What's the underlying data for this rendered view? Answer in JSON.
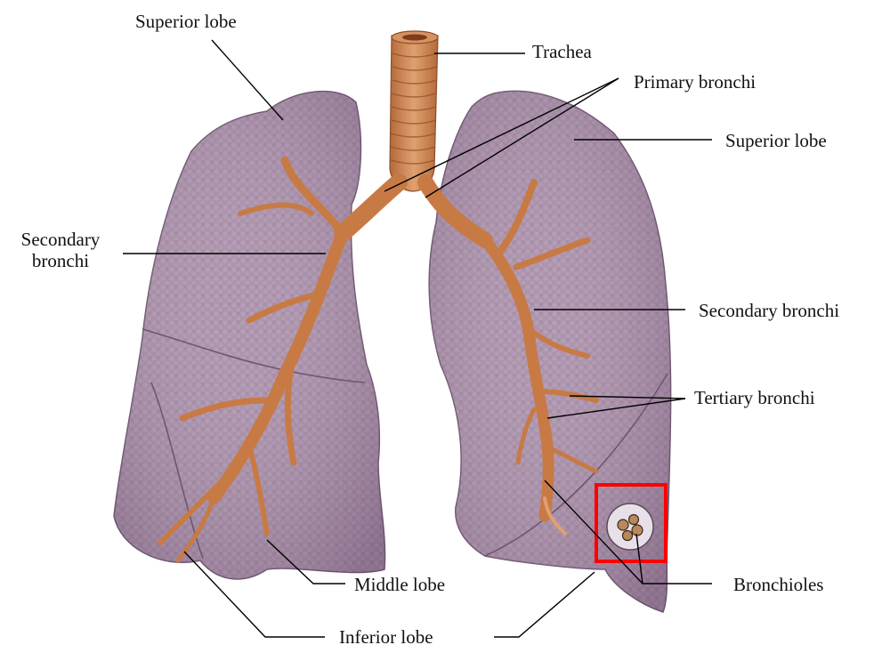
{
  "labels": {
    "superior_lobe_left": "Superior lobe",
    "trachea": "Trachea",
    "primary_bronchi": "Primary bronchi",
    "superior_lobe_right": "Superior lobe",
    "secondary_bronchi_left_line1": "Secondary",
    "secondary_bronchi_left_line2": "bronchi",
    "secondary_bronchi_right": "Secondary bronchi",
    "tertiary_bronchi": "Tertiary bronchi",
    "middle_lobe": "Middle lobe",
    "bronchioles": "Bronchioles",
    "inferior_lobe": "Inferior lobe"
  },
  "colors": {
    "lung_fill": "#a58aa6",
    "lung_shade": "#8f7390",
    "lung_outline": "#6f5670",
    "bronchi": "#c87a45",
    "bronchi_light": "#e0a070",
    "trachea": "#d08a55",
    "leader_lines": "#000000",
    "highlight_box": "#ff0000"
  },
  "icons": {
    "bronchiole_inset": "bronchiole-cluster-icon"
  }
}
